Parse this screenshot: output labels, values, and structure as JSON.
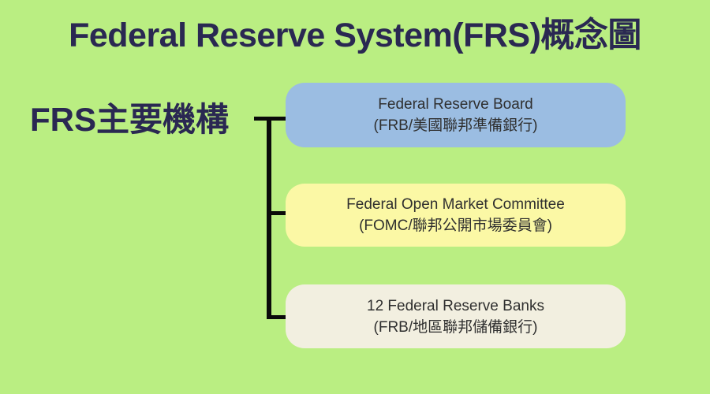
{
  "title": "Federal Reserve System(FRS)概念圖",
  "diagram": {
    "root_label": "FRS主要機構",
    "boxes": [
      {
        "id": "frb",
        "line1": "Federal Reserve Board",
        "line2": "(FRB/美國聯邦準備銀行)",
        "color": "#9bbde2"
      },
      {
        "id": "fomc",
        "line1": "Federal Open Market Committee",
        "line2": "(FOMC/聯邦公開市場委員會)",
        "color": "#fbf8a5"
      },
      {
        "id": "reserve-banks",
        "line1": "12 Federal Reserve Banks",
        "line2": "(FRB/地區聯邦儲備銀行)",
        "color": "#f2efe0"
      }
    ]
  },
  "colors": {
    "background": "#baee82",
    "title_text": "#2a2852",
    "connector": "#0a0a0a",
    "box_text": "#2f2f2f"
  }
}
